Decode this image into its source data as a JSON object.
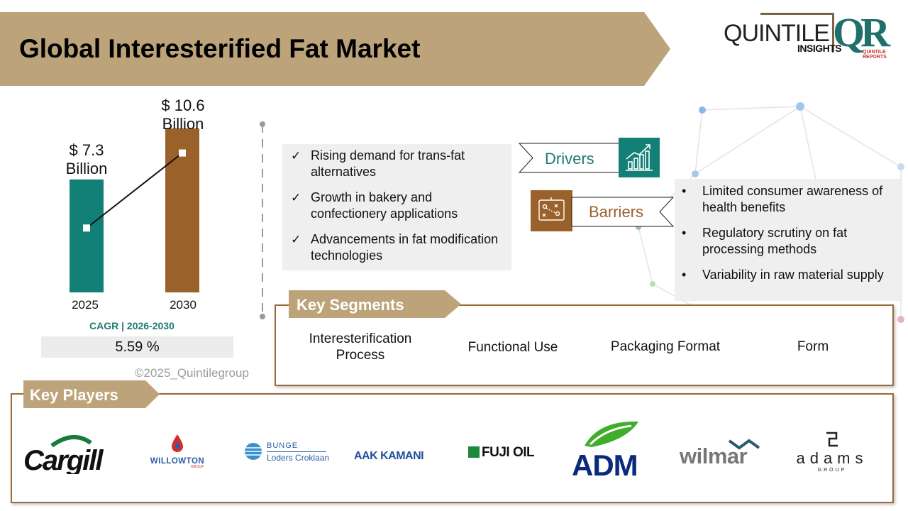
{
  "title": "Global Interesterified Fat Market",
  "logo": {
    "word": "QUINTILE",
    "sub": "INSIGHTS",
    "mark": "QR",
    "mark_sub": "QUINTILE REPORTS"
  },
  "market": {
    "bars": [
      {
        "year": "2025",
        "value": 7.3,
        "label_line1": "$ 7.3",
        "label_line2": "Billion"
      },
      {
        "year": "2030",
        "value": 10.6,
        "label_line1": "$ 10.6",
        "label_line2": "Billion"
      }
    ],
    "cagr_label": "CAGR | 2026-2030",
    "cagr_value": "5.59 %",
    "copyright": "©2025_Quintilegroup"
  },
  "chart_data": {
    "type": "bar",
    "categories": [
      "2025",
      "2030"
    ],
    "values": [
      7.3,
      10.6
    ],
    "title": "",
    "xlabel": "",
    "ylabel": "",
    "unit": "$ Billion"
  },
  "drivers": {
    "label": "Drivers",
    "items": [
      {
        "mark": "✓",
        "text": "Rising demand for trans-fat alternatives"
      },
      {
        "mark": "✓",
        "text": "Growth in bakery and confectionery applications"
      },
      {
        "mark": "✓",
        "text": "Advancements in fat modification technologies"
      }
    ],
    "tag_color": "#1d7a71",
    "icon": "growth-chart-icon"
  },
  "barriers": {
    "label": "Barriers",
    "items": [
      {
        "mark": "•",
        "text": "Limited consumer awareness of health benefits"
      },
      {
        "mark": "•",
        "text": "Regulatory scrutiny on fat processing methods"
      },
      {
        "mark": "•",
        "text": "Variability in raw material supply"
      }
    ],
    "tag_color": "#9a622a",
    "icon": "strategy-board-icon"
  },
  "segments": {
    "title": "Key Segments",
    "items": [
      "Interesterification Process",
      "Functional Use",
      "Packaging Format",
      "Form"
    ]
  },
  "players": {
    "title": "Key Players",
    "logos": [
      {
        "name": "Cargill",
        "icon": "cargill-logo"
      },
      {
        "name": "WILLOWTON",
        "sub": "GROUP",
        "icon": "willowton-logo"
      },
      {
        "name": "BUNGE",
        "sub": "Loders Croklaan",
        "icon": "bunge-logo"
      },
      {
        "name": "AAK KAMANI",
        "icon": "aak-kamani-logo"
      },
      {
        "name": "FUJI OIL",
        "icon": "fuji-oil-logo"
      },
      {
        "name": "ADM",
        "icon": "adm-logo"
      },
      {
        "name": "wilmar",
        "icon": "wilmar-logo"
      },
      {
        "name": "adams",
        "sub": "GROUP",
        "icon": "adams-logo"
      }
    ]
  },
  "colors": {
    "banner": "#bda37a",
    "teal": "#138077",
    "brown": "#9a622a"
  }
}
